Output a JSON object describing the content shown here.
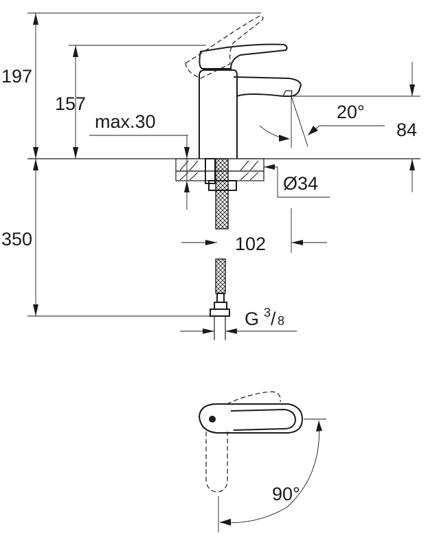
{
  "dimensions": {
    "total_height": "197",
    "lever_height": "157",
    "max_thickness": "max.30",
    "spout_angle": "20°",
    "spout_height": "84",
    "hole_diameter": "Ø34",
    "hose_length": "350",
    "projection": "102",
    "thread_letter": "G",
    "thread_numerator": "3",
    "thread_denominator": "8",
    "rotation_angle": "90°"
  }
}
